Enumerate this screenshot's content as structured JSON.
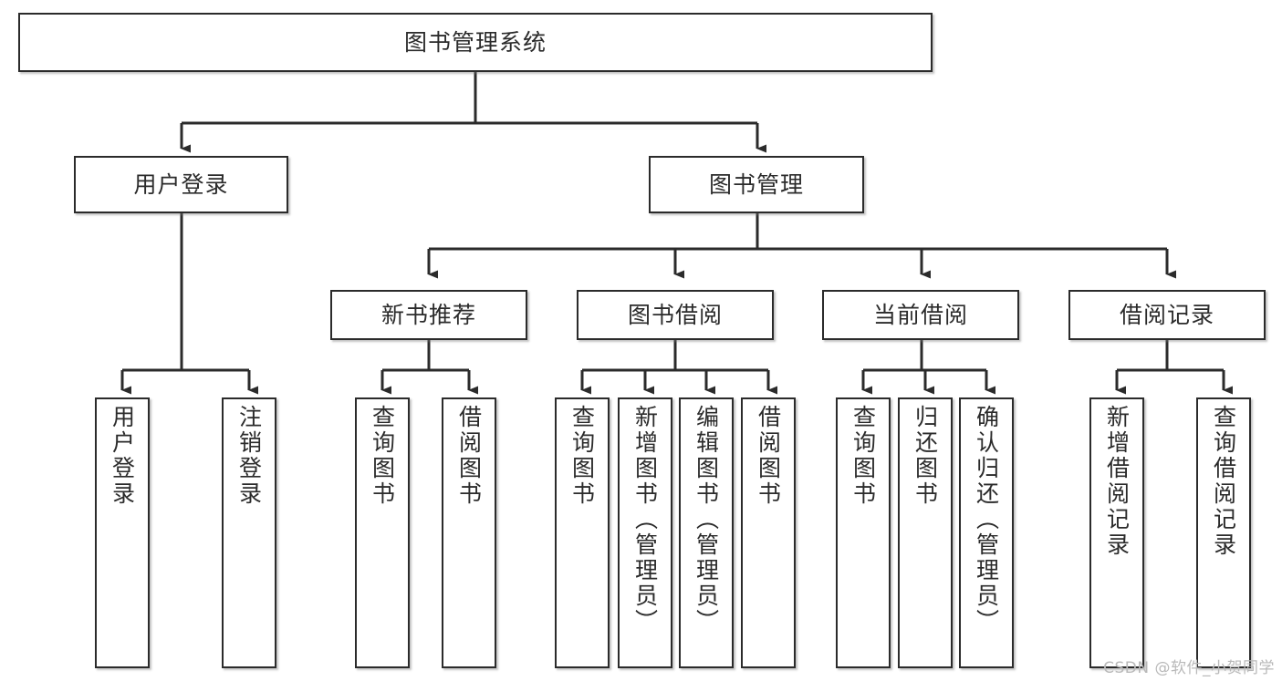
{
  "diagram": {
    "title": "图书管理系统",
    "watermark": "CSDN @软件_小贺同学",
    "type": "tree",
    "stroke_color": "#2b2b2b",
    "fill_color": "#ffffff",
    "background": "#ffffff",
    "nodes": {
      "root": {
        "label": "图书管理系统"
      },
      "l2": [
        {
          "label": "用户登录"
        },
        {
          "label": "图书管理"
        }
      ],
      "l3": [
        {
          "label": "新书推荐"
        },
        {
          "label": "图书借阅"
        },
        {
          "label": "当前借阅"
        },
        {
          "label": "借阅记录"
        }
      ],
      "leaves": {
        "user_login": [
          {
            "label": "用户登录"
          },
          {
            "label": "注销登录"
          }
        ],
        "new_book": [
          {
            "label": "查询图书"
          },
          {
            "label": "借阅图书"
          }
        ],
        "book_borrow": [
          {
            "label": "查询图书"
          },
          {
            "label": "新增图书（管理员）"
          },
          {
            "label": "编辑图书（管理员）"
          },
          {
            "label": "借阅图书"
          }
        ],
        "current_borrow": [
          {
            "label": "查询图书"
          },
          {
            "label": "归还图书"
          },
          {
            "label": "确认归还（管理员）"
          }
        ],
        "borrow_record": [
          {
            "label": "新增借阅记录"
          },
          {
            "label": "查询借阅记录"
          }
        ]
      }
    },
    "edges": [
      {
        "from": "图书管理系统",
        "to": "用户登录"
      },
      {
        "from": "图书管理系统",
        "to": "图书管理"
      },
      {
        "from": "图书管理",
        "to": "新书推荐"
      },
      {
        "from": "图书管理",
        "to": "图书借阅"
      },
      {
        "from": "图书管理",
        "to": "当前借阅"
      },
      {
        "from": "图书管理",
        "to": "借阅记录"
      },
      {
        "from": "用户登录",
        "to": "用户登录"
      },
      {
        "from": "用户登录",
        "to": "注销登录"
      },
      {
        "from": "新书推荐",
        "to": "查询图书"
      },
      {
        "from": "新书推荐",
        "to": "借阅图书"
      },
      {
        "from": "图书借阅",
        "to": "查询图书"
      },
      {
        "from": "图书借阅",
        "to": "新增图书（管理员）"
      },
      {
        "from": "图书借阅",
        "to": "编辑图书（管理员）"
      },
      {
        "from": "图书借阅",
        "to": "借阅图书"
      },
      {
        "from": "当前借阅",
        "to": "查询图书"
      },
      {
        "from": "当前借阅",
        "to": "归还图书"
      },
      {
        "from": "当前借阅",
        "to": "确认归还（管理员）"
      },
      {
        "from": "借阅记录",
        "to": "新增借阅记录"
      },
      {
        "from": "借阅记录",
        "to": "查询借阅记录"
      }
    ]
  }
}
